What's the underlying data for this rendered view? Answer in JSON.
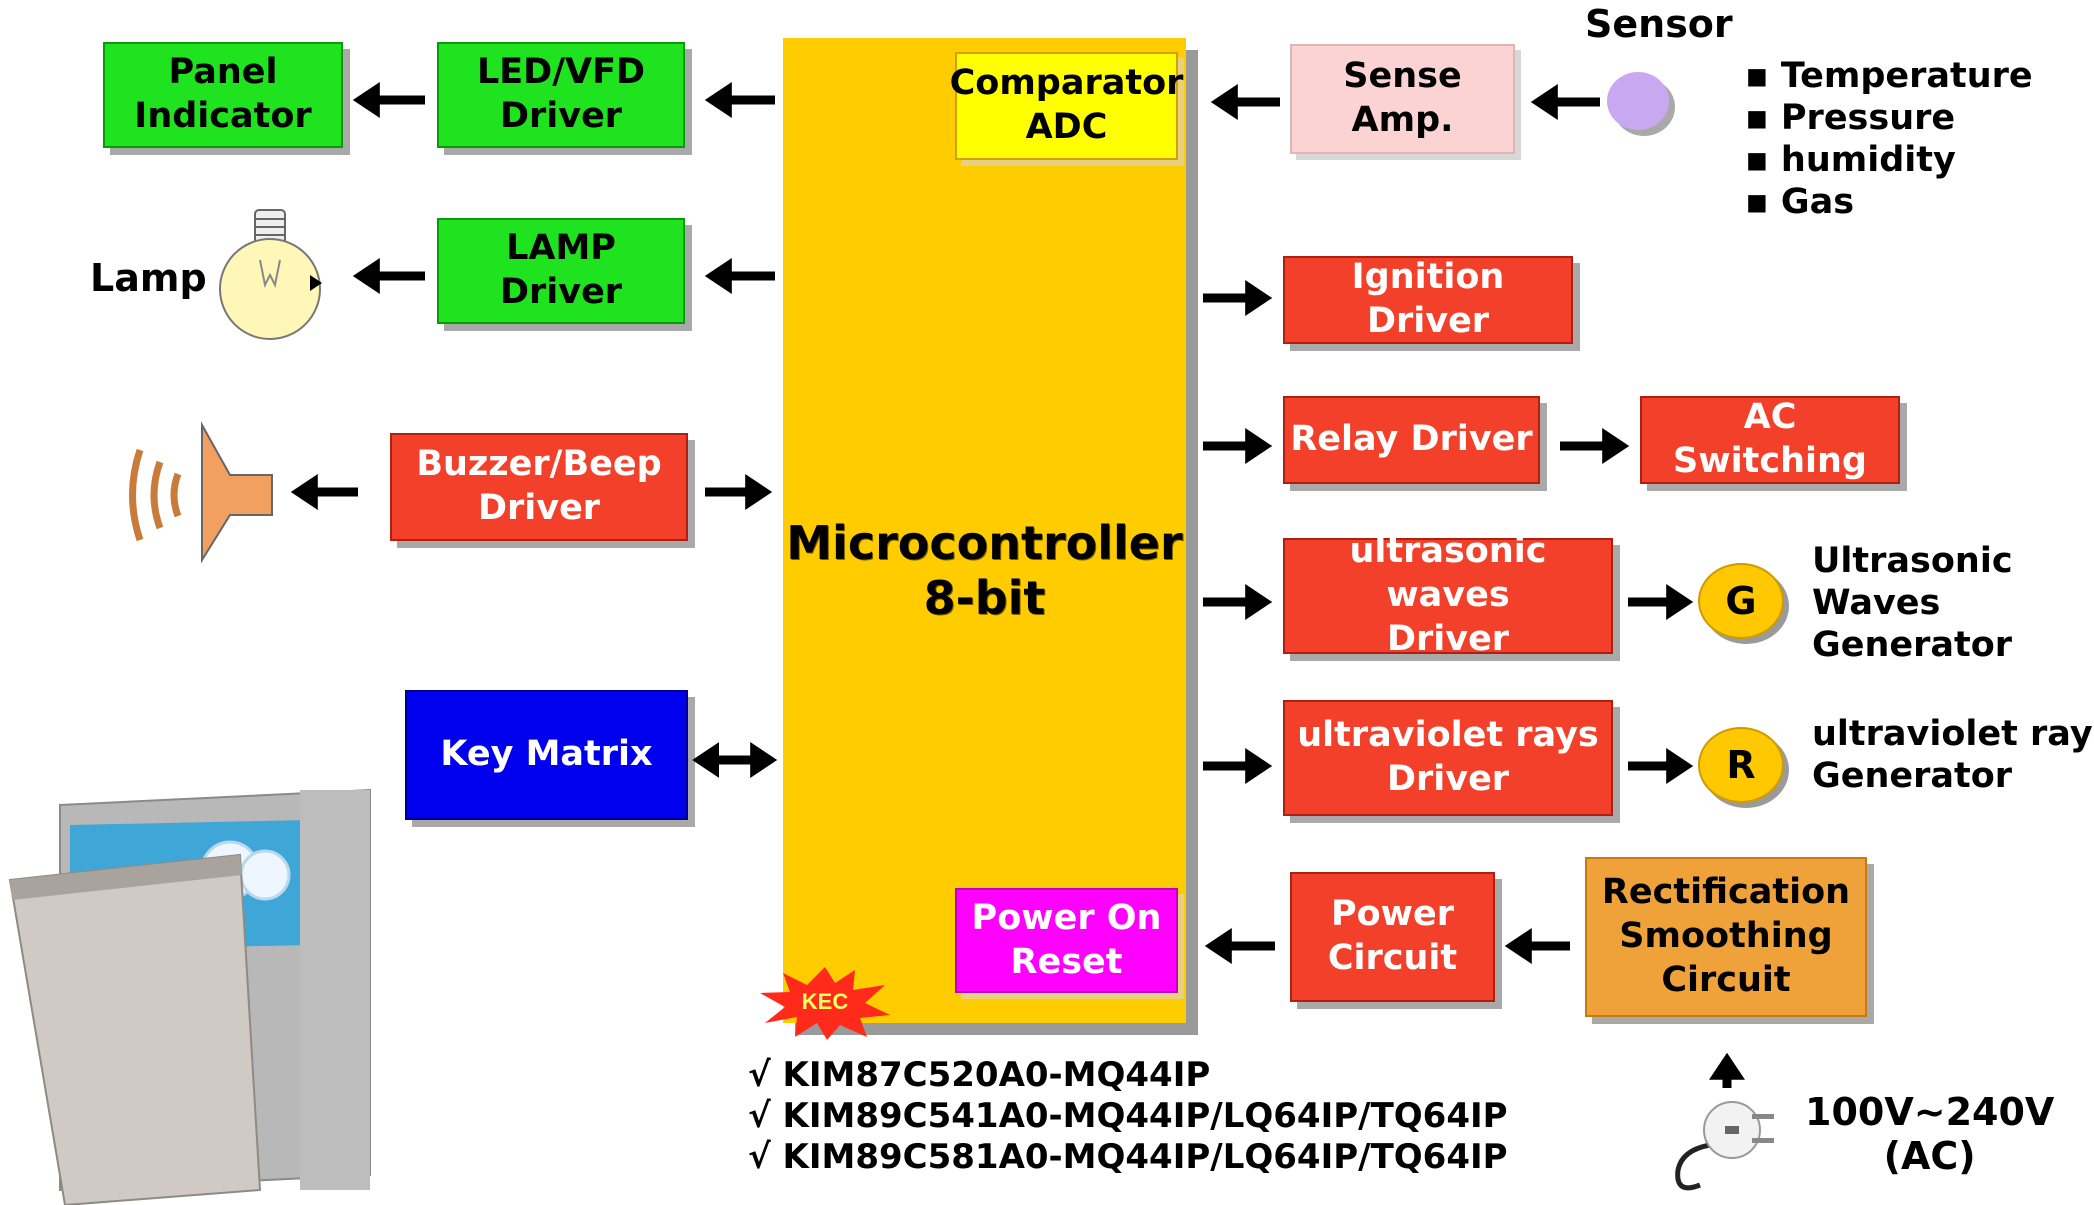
{
  "mcu": {
    "line1": "Microcontroller",
    "line2": "8-bit"
  },
  "comparator": {
    "line1": "Comparator",
    "line2": "ADC"
  },
  "por": {
    "line1": "Power On",
    "line2": "Reset"
  },
  "panel": {
    "line1": "Panel",
    "line2": "Indicator"
  },
  "led": {
    "line1": "LED/VFD",
    "line2": "Driver"
  },
  "lampdrv": {
    "line1": "LAMP",
    "line2": "Driver"
  },
  "lamp_label": "Lamp",
  "buzzer": {
    "line1": "Buzzer/Beep",
    "line2": "Driver"
  },
  "keymatrix": "Key Matrix",
  "sense": {
    "line1": "Sense",
    "line2": "Amp."
  },
  "sensor": {
    "title": "Sensor",
    "items": [
      "Temperature",
      "Pressure",
      "humidity",
      "Gas"
    ]
  },
  "ignition": "Ignition Driver",
  "relay": "Relay Driver",
  "acswitch": "AC Switching",
  "ultrasonic": {
    "line1": "ultrasonic waves",
    "line2": "Driver"
  },
  "gen_g": {
    "symbol": "G",
    "line1": "Ultrasonic",
    "line2": "Waves",
    "line3": "Generator"
  },
  "ultraviolet": {
    "line1": "ultraviolet rays",
    "line2": "Driver"
  },
  "gen_r": {
    "symbol": "R",
    "line1": "ultraviolet rays",
    "line2": "Generator"
  },
  "power": {
    "line1": "Power",
    "line2": "Circuit"
  },
  "rect": {
    "line1": "Rectification",
    "line2": "Smoothing",
    "line3": "Circuit"
  },
  "ac_input": {
    "line1": "100V~240V",
    "line2": "(AC)"
  },
  "logo": "KEC",
  "parts": [
    "√ KIM87C520A0-MQ44IP",
    "√ KIM89C541A0-MQ44IP/LQ64IP/TQ64IP",
    "√ KIM89C581A0-MQ44IP/LQ64IP/TQ64IP"
  ],
  "colors": {
    "mcu": "#ffcc00",
    "driver_green": "#1ee31e",
    "driver_red": "#f2402a",
    "key_matrix": "#0000ee",
    "por": "#ff00ff",
    "comparator": "#ffff00",
    "rectification": "#f0a23a",
    "sense_amp": "#fcd3d3"
  }
}
